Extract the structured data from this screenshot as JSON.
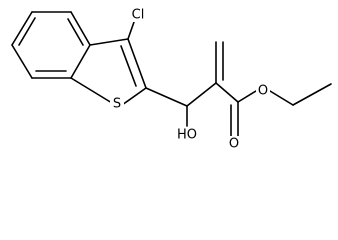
{
  "molecule": {
    "atoms": {
      "chlorine": "Cl",
      "sulfur": "S",
      "hydroxyl": "HO",
      "ester_oxygen": "O",
      "carbonyl_oxygen": "O"
    }
  },
  "colors": {
    "bond": "#000000",
    "label": "#000000",
    "background": "#ffffff"
  }
}
